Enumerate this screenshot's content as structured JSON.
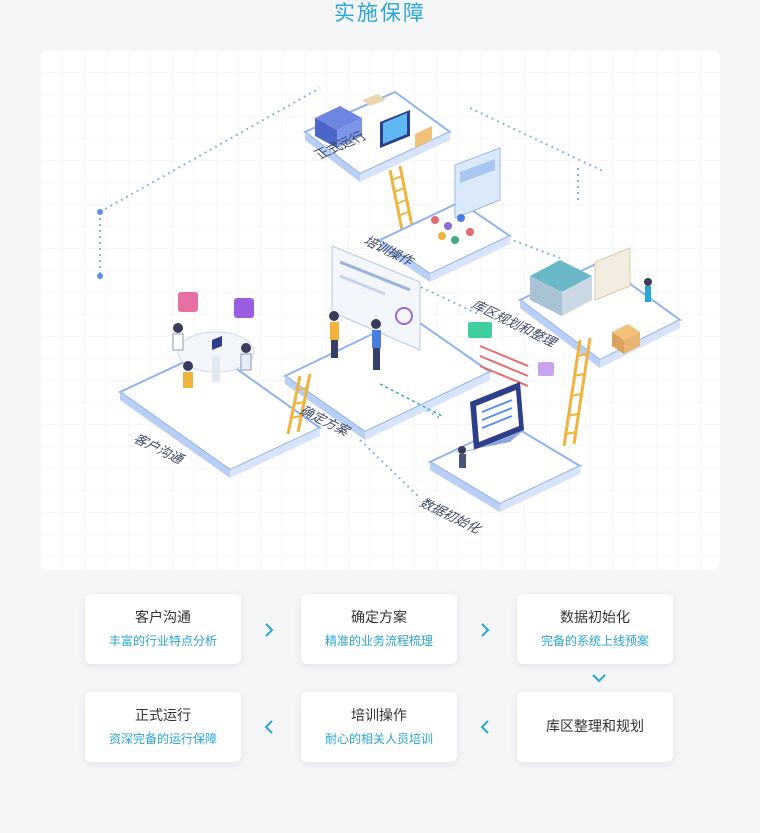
{
  "section": {
    "title": "实施保障"
  },
  "diagram": {
    "labels": {
      "formal": "正式运行",
      "training": "培训操作",
      "warehouse": "库区规划和整理",
      "plan": "确定方案",
      "customer": "客户沟通",
      "data": "数据初始化"
    }
  },
  "steps": [
    {
      "title": "客户沟通",
      "subtitle": "丰富的行业特点分析"
    },
    {
      "title": "确定方案",
      "subtitle": "精准的业务流程梳理"
    },
    {
      "title": "数据初始化",
      "subtitle": "完备的系统上线预案"
    },
    {
      "title": "库区整理和规划",
      "subtitle": ""
    },
    {
      "title": "培训操作",
      "subtitle": "耐心的相关人员培训"
    },
    {
      "title": "正式运行",
      "subtitle": "资深完备的运行保障"
    }
  ],
  "colors": {
    "accent": "#2aa6d6",
    "platform": "#8fb3f0",
    "ladder": "#f0b43c"
  },
  "icons": [
    "chevron-right-icon",
    "chevron-down-icon",
    "chevron-left-icon"
  ]
}
